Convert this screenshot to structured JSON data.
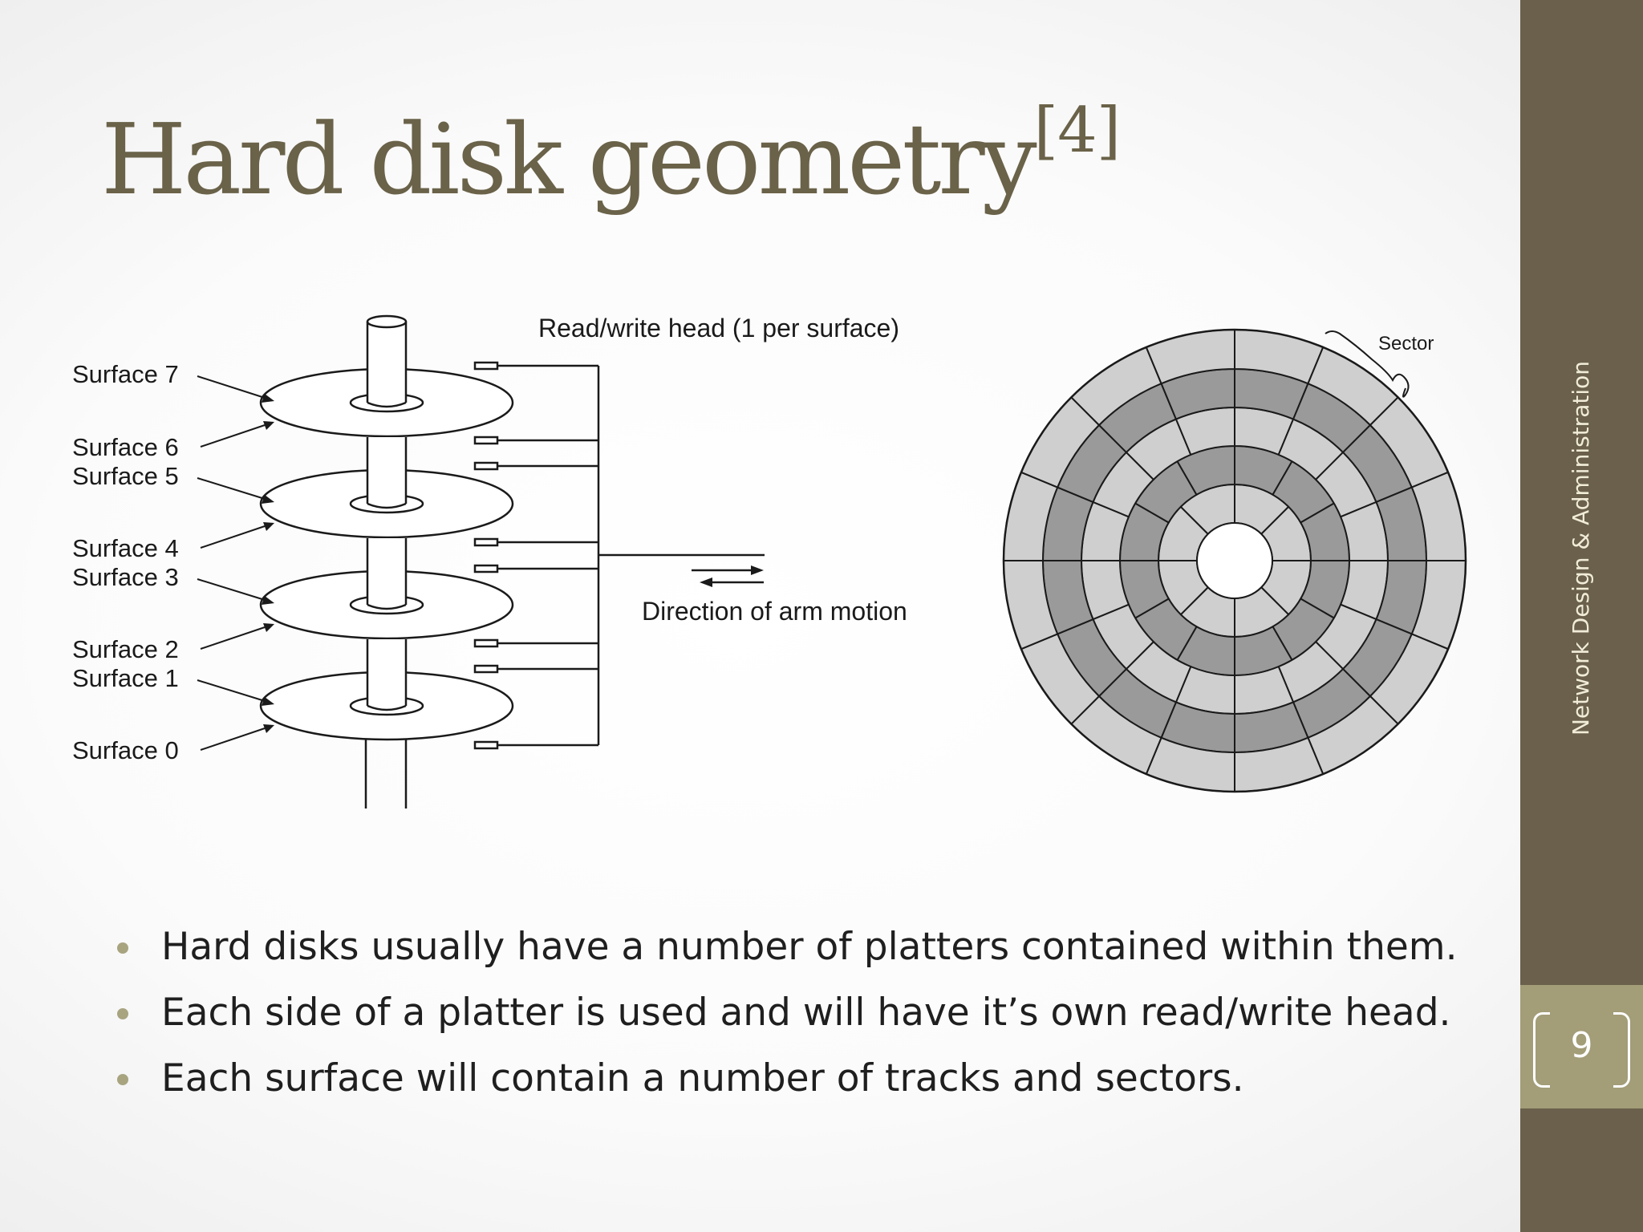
{
  "slide": {
    "title": "Hard disk geometry",
    "title_ref": "[4]",
    "bullets": [
      "Hard disks usually have a number of platters contained within them.",
      "Each side of a platter is used and will have it’s own read/write head.",
      "Each surface will contain a number of tracks and sectors."
    ]
  },
  "sidebar": {
    "label": "Network Design & Administration",
    "page_number": "9"
  },
  "diagram": {
    "surface_labels": [
      "Surface 7",
      "Surface 6",
      "Surface 5",
      "Surface 4",
      "Surface 3",
      "Surface 2",
      "Surface 1",
      "Surface 0"
    ],
    "head_label": "Read/write head (1 per surface)",
    "arm_label": "Direction of arm motion",
    "sector_label": "Sector"
  },
  "colors": {
    "title": "#6a6249",
    "sidebar": "#6a604b",
    "page_box": "#a39d78",
    "bullet": "#a8a480",
    "sector_dark": "#9a9a9a",
    "sector_light": "#cfcfcf"
  }
}
